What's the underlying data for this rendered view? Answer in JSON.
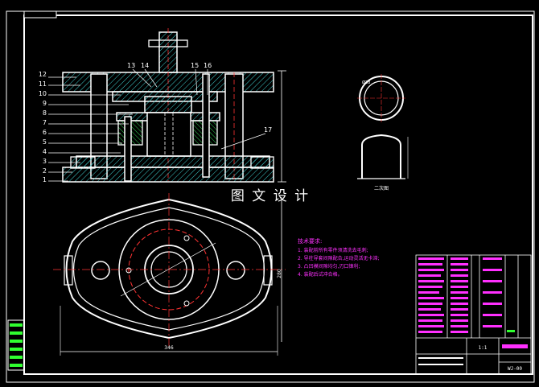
{
  "drawing": {
    "sheet_code_top": "",
    "watermark": "图 文 设 计",
    "part_numbers": [
      "12",
      "11",
      "10",
      "9",
      "8",
      "7",
      "6",
      "5",
      "4",
      "3",
      "2",
      "1"
    ],
    "part_numbers_top": [
      "13",
      "14",
      "15",
      "16"
    ],
    "part_17": "17",
    "dim_width": "346",
    "dim_right": "280",
    "circle_label": "Ø38",
    "section_label": "二次图",
    "notes_title": "技术要求:",
    "notes": [
      "1. 装配前所有零件须清洗去毛刺;",
      "2. 导柱导套间隙配合,运动灵活无卡滞;",
      "3. 凸凹模间隙均匀,刃口锋利;",
      "4. 装配后试冲合格。"
    ],
    "title_block": {
      "scale": "1:1",
      "drawing_no": "WJ-00"
    }
  },
  "colors": {
    "line": "#ffffff",
    "hatch": "#3fd0d0",
    "center": "#ff3333",
    "magenta": "#ff30ff",
    "green": "#30ff30",
    "yellow": "#ffff40",
    "white_text": "#ffffff"
  }
}
